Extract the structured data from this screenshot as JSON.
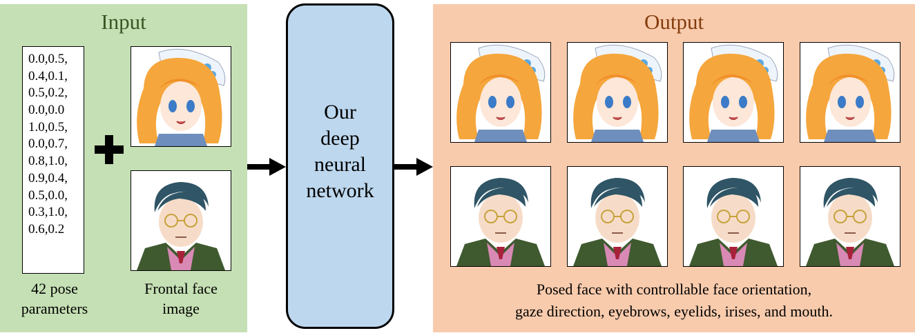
{
  "input": {
    "title": "Input",
    "pose_parameters": [
      "0.0,0.5,",
      "0.4,0.1,",
      "0.5,0.2,",
      "0.0,0.0",
      "1.0,0.5,",
      "0.0,0.7,",
      "0.8,1.0,",
      "0.9,0.4,",
      "0.5,0.0,",
      "0.3,1.0,",
      "0.6,0.2"
    ],
    "params_caption_line1": "42 pose",
    "params_caption_line2": "parameters",
    "plus_symbol": "+",
    "face_caption_line1": "Frontal face",
    "face_caption_line2": "image"
  },
  "network": {
    "label_lines": [
      "Our",
      "deep",
      "neural",
      "network"
    ]
  },
  "output": {
    "title": "Output",
    "caption_line1": "Posed face with controllable face orientation,",
    "caption_line2": "gaze direction, eyebrows, eyelids, irises, and mouth."
  },
  "colors": {
    "input_panel": "#c5e0b4",
    "output_panel": "#f8cbad",
    "network_box": "#bdd7ee",
    "input_title": "#375623",
    "output_title": "#843c0c"
  }
}
